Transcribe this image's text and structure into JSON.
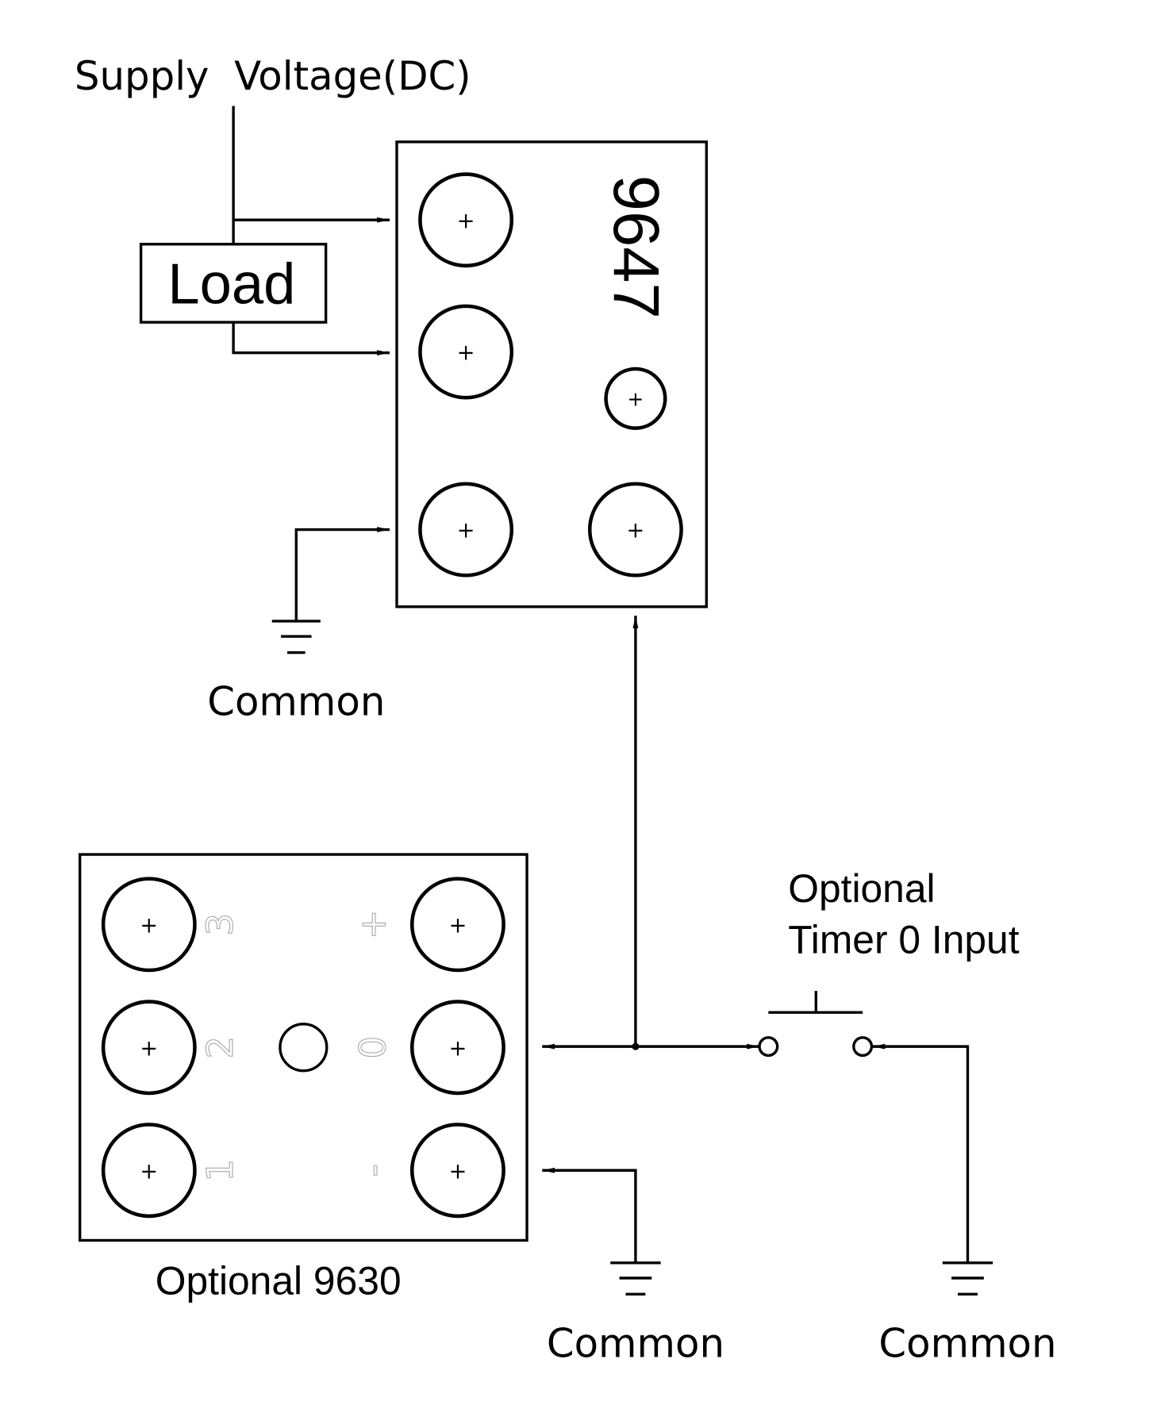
{
  "labels": {
    "supply_voltage": "Supply  Voltage(DC)",
    "load": "Load",
    "module_9647": "9647",
    "common_1": "Common",
    "common_2": "Common",
    "common_3": "Common",
    "optional_9630": "Optional 9630",
    "timer_line1": "Optional",
    "timer_line2": "Timer 0 Input",
    "pin_plus": "+"
  },
  "module_9630_pin_labels": [
    "3",
    "2",
    "1",
    "+",
    "0",
    "-"
  ],
  "colors": {
    "line": "#000000",
    "faint_label": "#aaaaaa"
  }
}
